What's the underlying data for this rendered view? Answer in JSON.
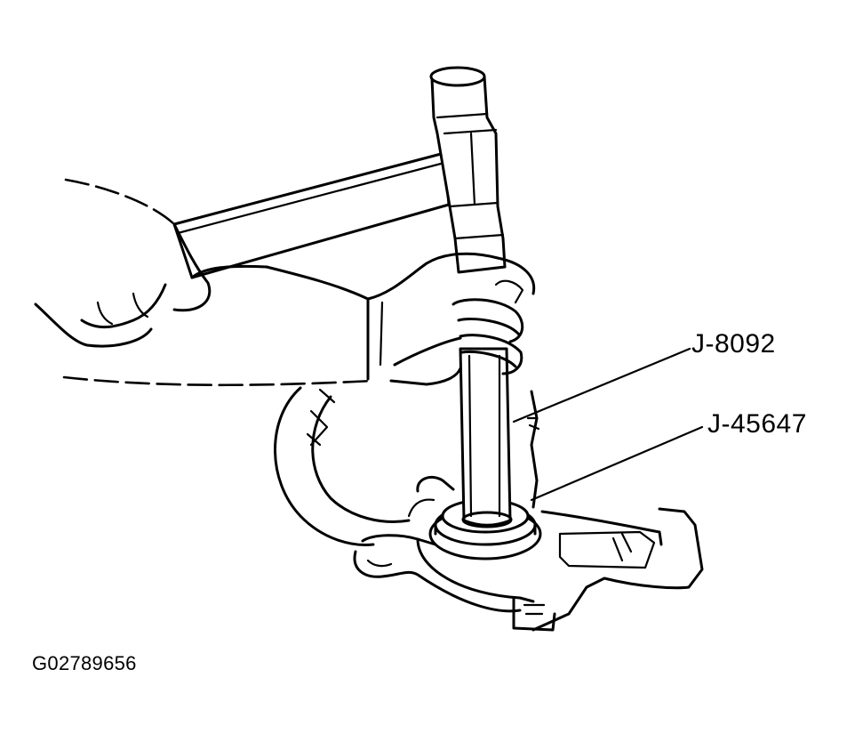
{
  "callouts": {
    "installer": "J-8092",
    "driver": "J-45647"
  },
  "figure_id": "G02789656"
}
